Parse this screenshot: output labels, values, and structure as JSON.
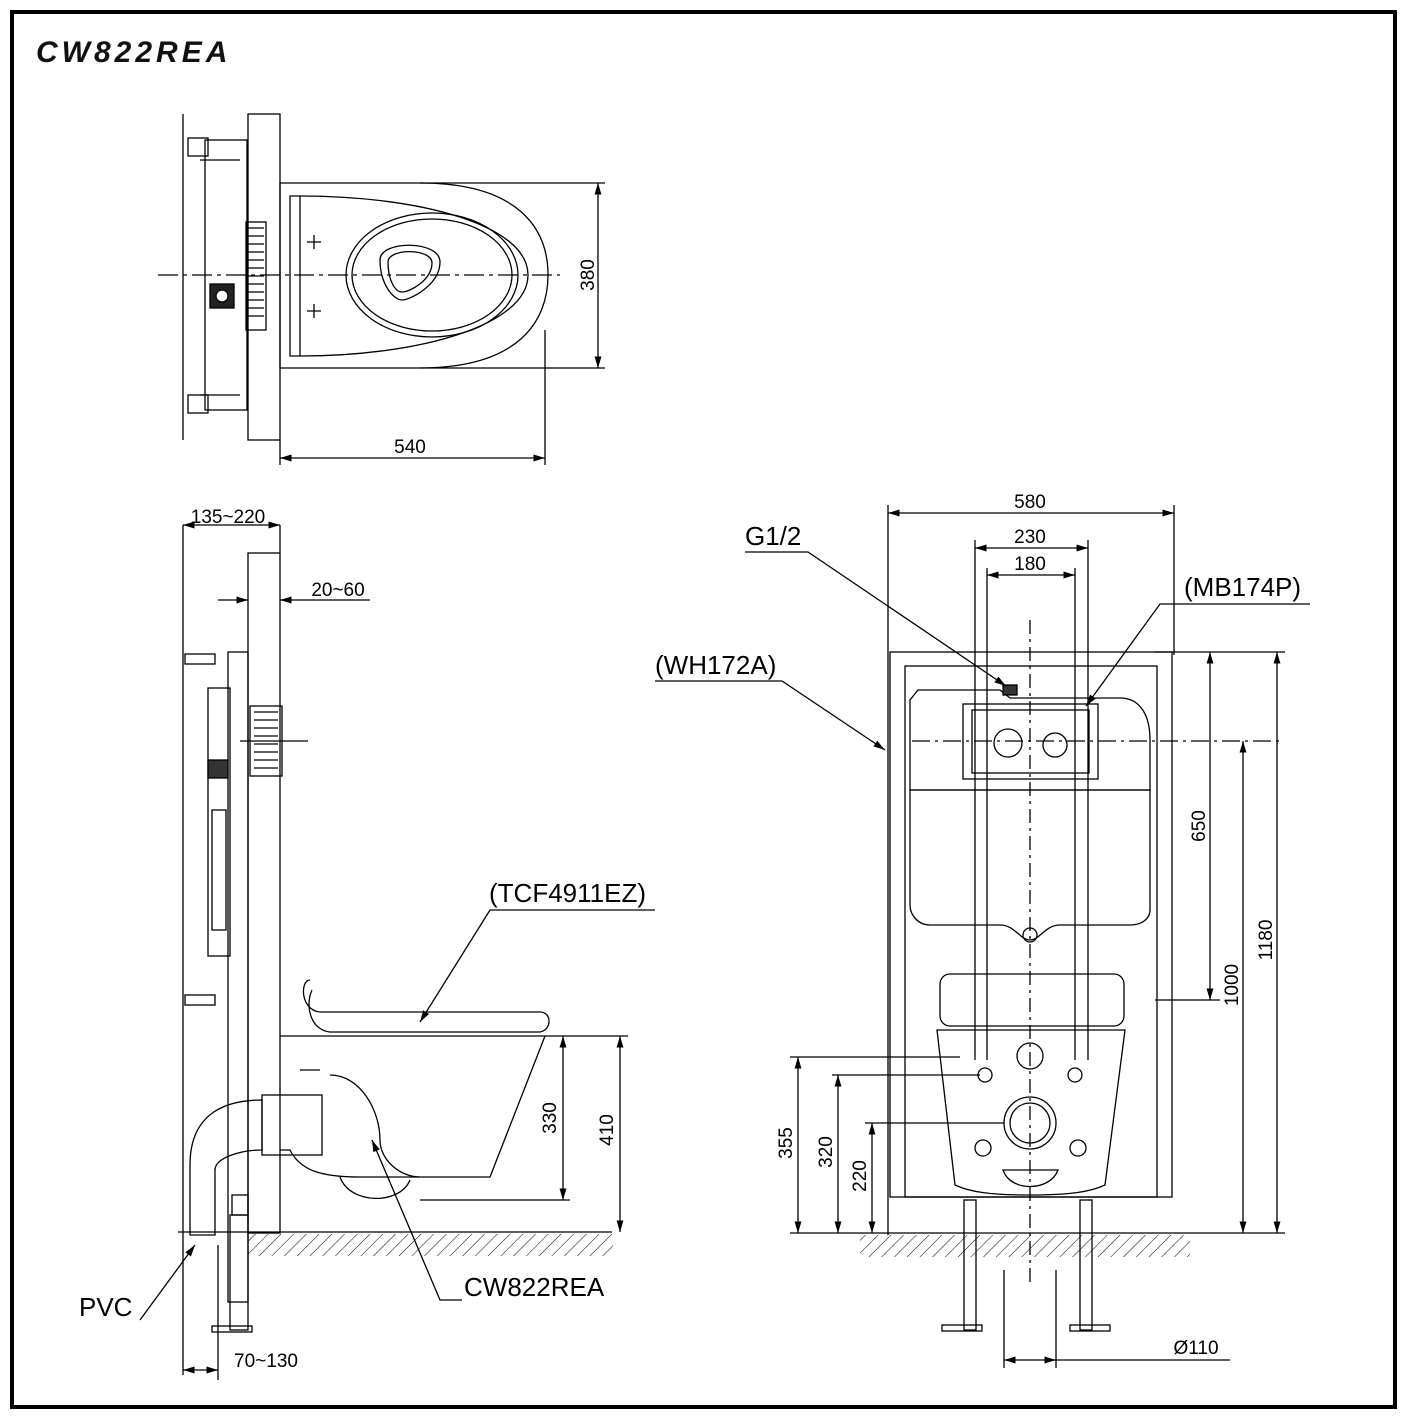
{
  "title": "CW822REA",
  "top_view": {
    "width_dim": "540",
    "depth_dim": "380"
  },
  "side_view": {
    "wall_dim": "135~220",
    "wall_offset_dim": "20~60",
    "bottom_dim": "70~130",
    "rim_dim": "410",
    "bowl_dim": "330",
    "seat_label": "(TCF4911EZ)",
    "bowl_label": "CW822REA",
    "pipe_label": "PVC"
  },
  "front_view": {
    "width_dim": "580",
    "mount_dim": "230",
    "inner_dim": "180",
    "inlet_label": "G1/2",
    "plate_label": "(MB174P)",
    "frame_label": "(WH172A)",
    "flush_height_dim": "650",
    "bracket_height_dim": "1000",
    "total_height_dim": "1180",
    "dim_355": "355",
    "dim_320": "320",
    "dim_220": "220",
    "outlet_dim": "Ø110"
  }
}
